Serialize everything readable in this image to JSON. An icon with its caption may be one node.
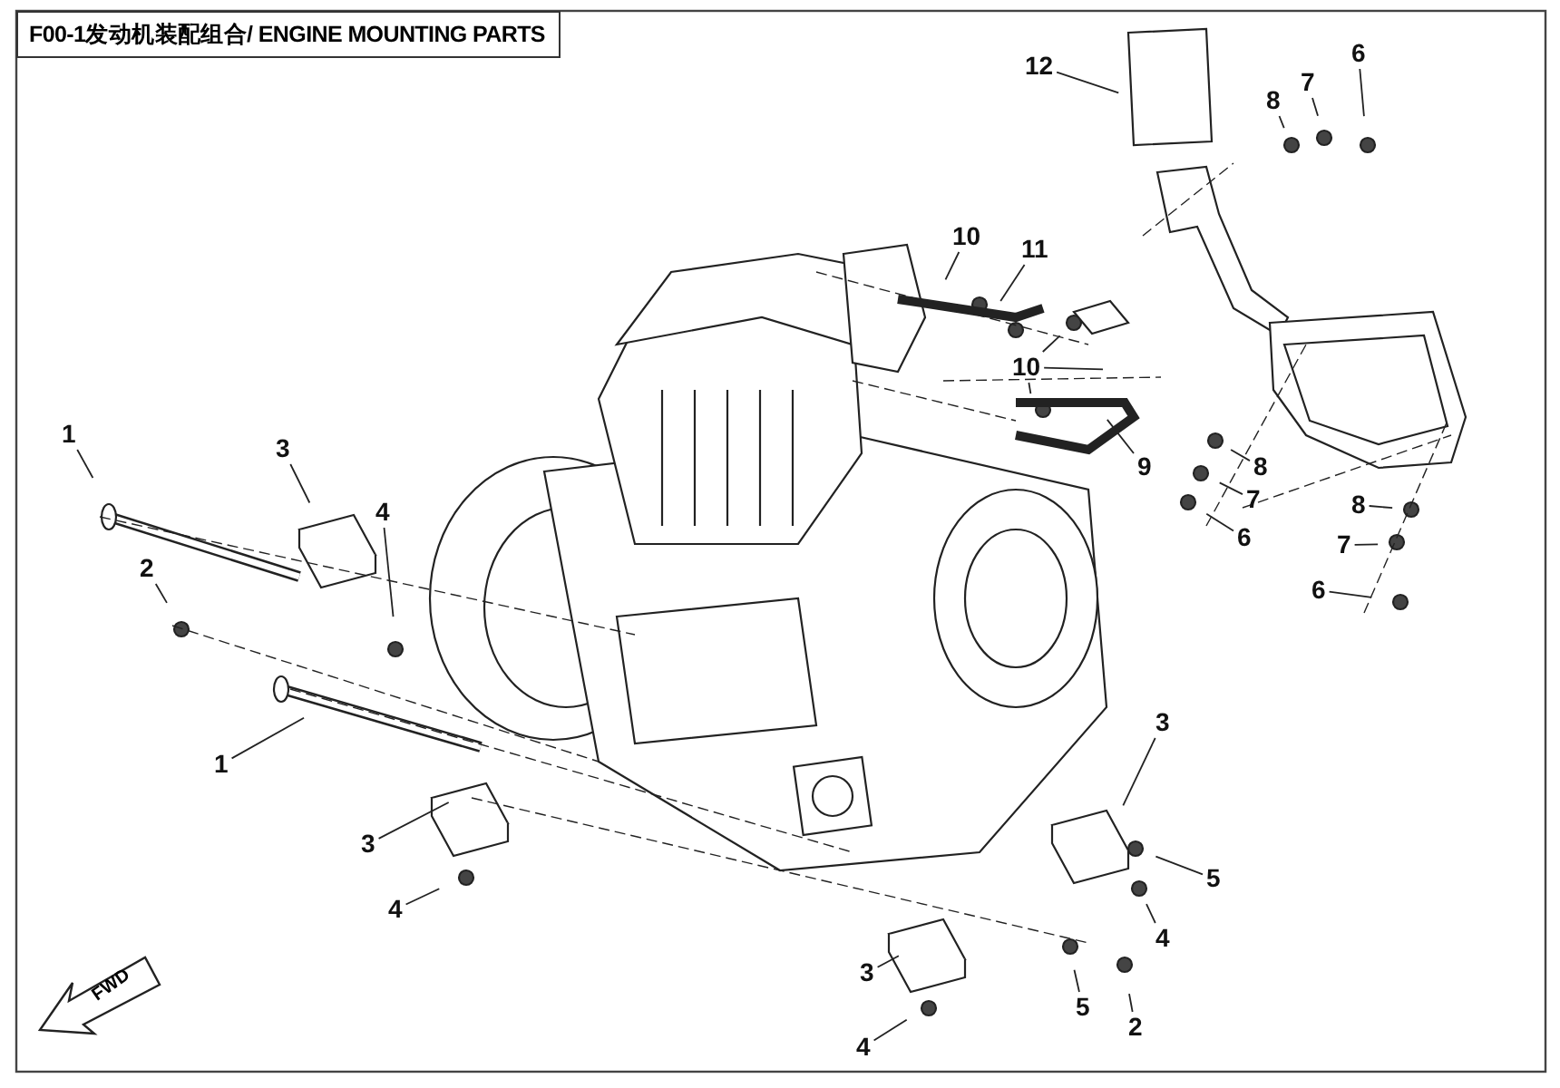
{
  "diagram": {
    "title": "F00-1发动机装配组合/ ENGINE MOUNTING PARTS",
    "nodes": [
      {
        "text": [
          "1"
        ]
      },
      {
        "text": [
          "3"
        ]
      },
      {
        "text": [
          "4"
        ]
      },
      {
        "text": [
          "2"
        ]
      },
      {
        "text": [
          "1"
        ]
      },
      {
        "text": [
          "3"
        ]
      },
      {
        "text": [
          "4"
        ]
      },
      {
        "text": [
          "12"
        ]
      },
      {
        "text": [
          "8"
        ]
      },
      {
        "text": [
          "7"
        ]
      },
      {
        "text": [
          "6"
        ]
      },
      {
        "text": [
          "10"
        ]
      },
      {
        "text": [
          "11"
        ]
      },
      {
        "text": [
          "10"
        ]
      },
      {
        "text": [
          "9"
        ]
      },
      {
        "text": [
          "8"
        ]
      },
      {
        "text": [
          "7"
        ]
      },
      {
        "text": [
          "6"
        ]
      },
      {
        "text": [
          "8"
        ]
      },
      {
        "text": [
          "7"
        ]
      },
      {
        "text": [
          "6"
        ]
      },
      {
        "text": [
          "3"
        ]
      },
      {
        "text": [
          "5"
        ]
      },
      {
        "text": [
          "4"
        ]
      },
      {
        "text": [
          "3"
        ]
      },
      {
        "text": [
          "5"
        ]
      },
      {
        "text": [
          "2"
        ]
      },
      {
        "text": [
          "4"
        ]
      }
    ],
    "edges": [
      {
        "from": 0,
        "to": null,
        "arrow": "none"
      },
      {
        "from": 1,
        "to": null,
        "arrow": "none"
      },
      {
        "from": 2,
        "to": null,
        "arrow": "none"
      },
      {
        "from": 3,
        "to": null,
        "arrow": "none"
      },
      {
        "from": 4,
        "to": null,
        "arrow": "none"
      },
      {
        "from": 5,
        "to": null,
        "arrow": "none"
      },
      {
        "from": 6,
        "to": null,
        "arrow": "none"
      },
      {
        "from": 7,
        "to": null,
        "arrow": "none"
      },
      {
        "from": 8,
        "to": null,
        "arrow": "none"
      },
      {
        "from": 9,
        "to": null,
        "arrow": "none"
      },
      {
        "from": 10,
        "to": null,
        "arrow": "none"
      },
      {
        "from": 11,
        "to": null,
        "arrow": "none"
      },
      {
        "from": 12,
        "to": null,
        "arrow": "none"
      },
      {
        "from": 13,
        "to": null,
        "arrow": "none"
      },
      {
        "from": 13,
        "to": null,
        "arrow": "none"
      },
      {
        "from": 13,
        "to": null,
        "arrow": "none"
      },
      {
        "from": 14,
        "to": null,
        "arrow": "none"
      },
      {
        "from": 15,
        "to": null,
        "arrow": "none"
      },
      {
        "from": 16,
        "to": null,
        "arrow": "none"
      },
      {
        "from": 17,
        "to": null,
        "arrow": "none"
      },
      {
        "from": 18,
        "to": null,
        "arrow": "none"
      },
      {
        "from": 19,
        "to": null,
        "arrow": "none"
      },
      {
        "from": 20,
        "to": null,
        "arrow": "none"
      },
      {
        "from": 21,
        "to": null,
        "arrow": "none"
      },
      {
        "from": 22,
        "to": null,
        "arrow": "none"
      },
      {
        "from": 23,
        "to": null,
        "arrow": "none"
      },
      {
        "from": 24,
        "to": null,
        "arrow": "none"
      },
      {
        "from": 25,
        "to": null,
        "arrow": "none"
      },
      {
        "from": 26,
        "to": null,
        "arrow": "none"
      },
      {
        "from": 27,
        "to": null,
        "arrow": "none"
      }
    ],
    "labels": [
      "FWD"
    ]
  }
}
